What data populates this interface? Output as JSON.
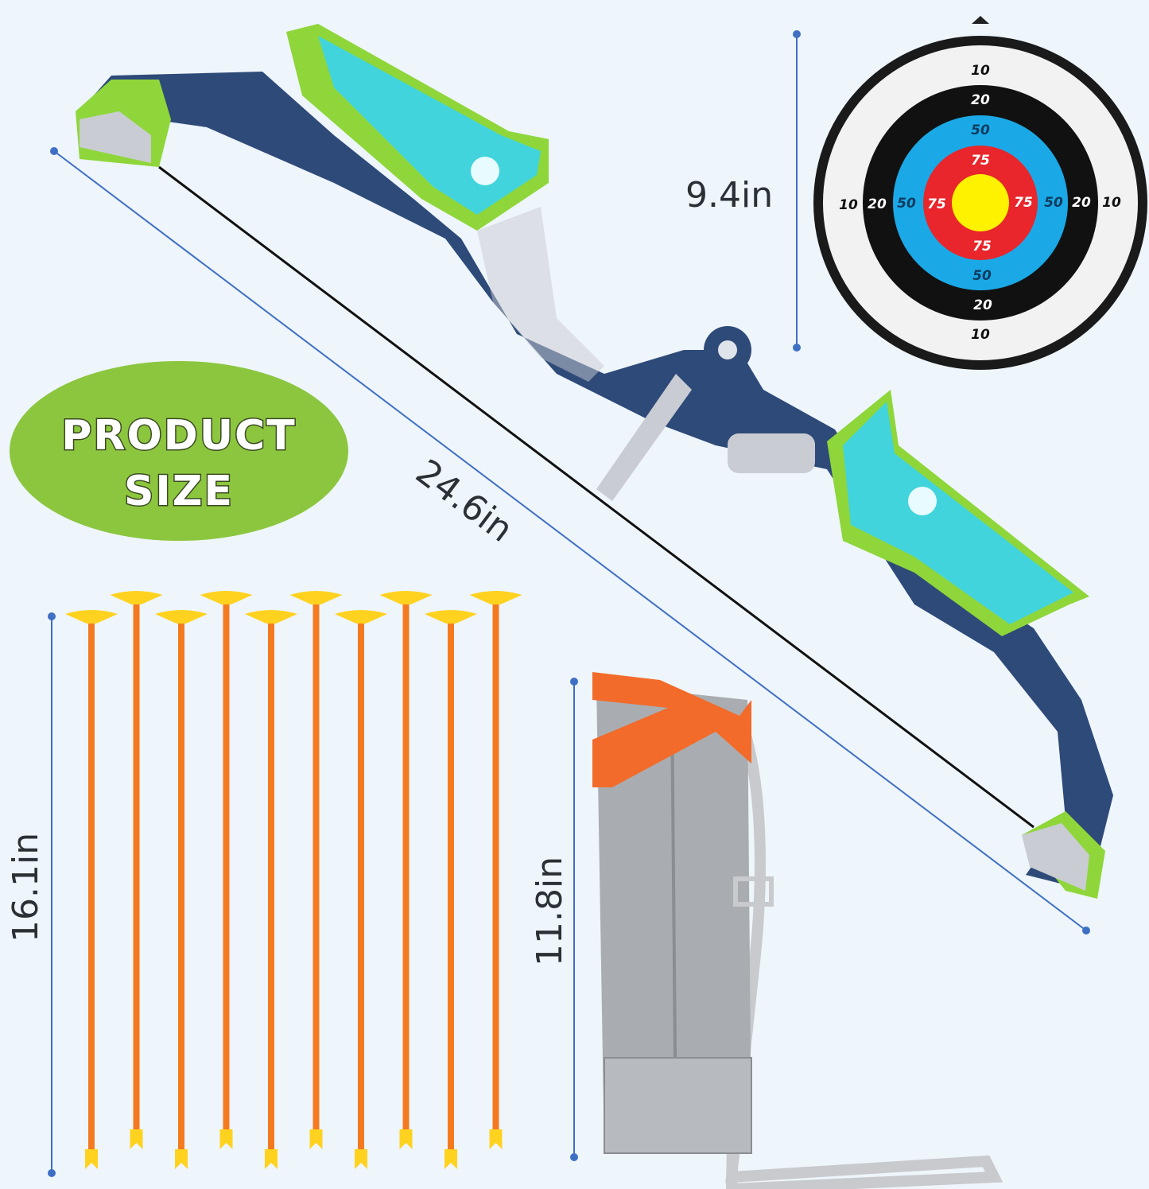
{
  "badge": {
    "line1": "PRODUCT",
    "line2": "SIZE",
    "color": "#8cc63f"
  },
  "dimensions": {
    "bow_length": "24.6in",
    "target_diameter": "9.4in",
    "arrow_length": "16.1in",
    "quiver_height": "11.8in",
    "line_color": "#3f6fc4"
  },
  "target": {
    "outer": "10",
    "ring2": "20",
    "ring3": "50",
    "ring4": "75",
    "colors": {
      "white": "#f2f2f2",
      "black": "#111111",
      "blue": "#1aa9e6",
      "red": "#e8262b",
      "yellow": "#fff200"
    }
  },
  "arrows": {
    "count": 10,
    "shaft_color": "#f47a20",
    "tip_color": "#ffd21f"
  },
  "colors": {
    "bow_green": "#8fd63a",
    "bow_navy": "#2e4a78",
    "glow": "#38d4ee",
    "quiver_gray": "#a9adb2",
    "quiver_orange": "#f26b2a"
  }
}
